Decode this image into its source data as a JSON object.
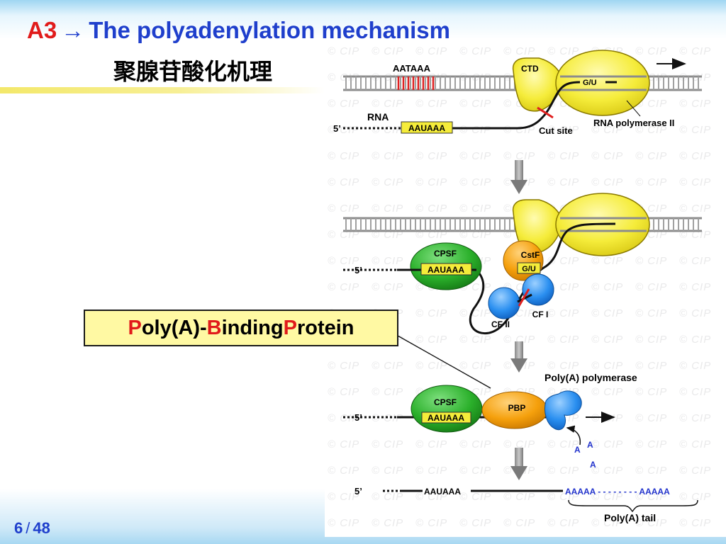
{
  "slide": {
    "title_prefix": "A3",
    "title_arrow": "→",
    "title_main": "The polyadenylation mechanism",
    "title_cn": "聚腺苷酸化机理",
    "callout": {
      "p1": "P",
      "t1": "oly(A)-",
      "p2": "B",
      "t2": "inding ",
      "p3": "P",
      "t3": "rotein"
    },
    "page": {
      "current": "6",
      "sep": "/",
      "total": "48"
    }
  },
  "figure": {
    "watermark": "© CIP",
    "panel1": {
      "aataaa": "AATAAA",
      "ctd": "CTD",
      "gu": "G/U",
      "rna": "RNA",
      "five_prime": "5’",
      "aauaaa": "AAUAAA",
      "cut_site": "Cut site",
      "rna_pol": "RNA polymerase II"
    },
    "panel2": {
      "cpsf": "CPSF",
      "five_prime": "5’",
      "aauaaa": "AAUAAA",
      "cstf": "CstF",
      "gu": "G/U",
      "cf1": "CF I",
      "cf2": "CF II"
    },
    "panel3": {
      "polya_pol": "Poly(A) polymerase",
      "cpsf": "CPSF",
      "five_prime": "5’",
      "aauaaa": "AAUAAA",
      "pbp": "PBP",
      "a1": "A",
      "a2": "A",
      "a3": "A"
    },
    "panel4": {
      "five_prime": "5’",
      "aauaaa": "AAUAAA",
      "tail": "AAAAA - - - - - - - - AAAAA",
      "tail_label": "Poly(A) tail"
    }
  },
  "colors": {
    "title_blue": "#1f3fcc",
    "title_red": "#e11b1b",
    "polymerase_yellow": "#f5ec3a",
    "cpsf_green": "#2bb02b",
    "cstf_orange": "#f5a00c",
    "cf_blue": "#2a8ff0",
    "tail_blue": "#2233cc"
  }
}
